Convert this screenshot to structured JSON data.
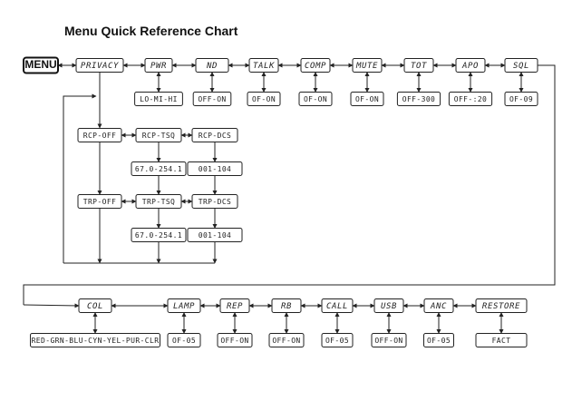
{
  "title": "Menu Quick Reference Chart",
  "menu_label": "MENU",
  "top_row": {
    "menus": [
      {
        "key": "privacy",
        "label": "PRIVACY"
      },
      {
        "key": "pwr",
        "label": "PWR",
        "value": "LO-MI-HI"
      },
      {
        "key": "nd",
        "label": "ND",
        "value": "OFF-ON"
      },
      {
        "key": "talk",
        "label": "TALK",
        "value": "OF-ON"
      },
      {
        "key": "comp",
        "label": "COMP",
        "value": "OF-ON"
      },
      {
        "key": "mute",
        "label": "MUTE",
        "value": "OF-ON"
      },
      {
        "key": "tot",
        "label": "TOT",
        "value": "OFF-300"
      },
      {
        "key": "apo",
        "label": "APO",
        "value": "OFF-:20"
      },
      {
        "key": "sql",
        "label": "SQL",
        "value": "OF-09"
      }
    ]
  },
  "privacy_sub": {
    "rcp_off": "RCP-OFF",
    "rcp_tsq": "RCP-TSQ",
    "rcp_dcs": "RCP-DCS",
    "rcp_tsq_range": "67.0-254.1",
    "rcp_dcs_range": "001-104",
    "trp_off": "TRP-OFF",
    "trp_tsq": "TRP-TSQ",
    "trp_dcs": "TRP-DCS",
    "trp_tsq_range": "67.0-254.1",
    "trp_dcs_range": "001-104"
  },
  "bottom_row": {
    "menus": [
      {
        "key": "col",
        "label": "COL",
        "value": "RED-GRN-BLU-CYN-YEL-PUR-CLR"
      },
      {
        "key": "lamp",
        "label": "LAMP",
        "value": "OF-05"
      },
      {
        "key": "rep",
        "label": "REP",
        "value": "OFF-ON"
      },
      {
        "key": "rb",
        "label": "RB",
        "value": "OFF-ON"
      },
      {
        "key": "call",
        "label": "CALL",
        "value": "OF-05"
      },
      {
        "key": "usb",
        "label": "USB",
        "value": "OFF-ON"
      },
      {
        "key": "anc",
        "label": "ANC",
        "value": "OF-05"
      },
      {
        "key": "restore",
        "label": "RESTORE",
        "value": "FACT"
      }
    ]
  }
}
